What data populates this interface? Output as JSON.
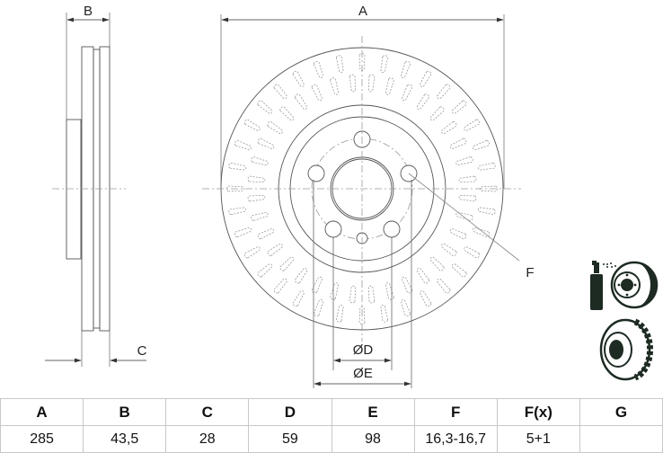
{
  "drawing": {
    "title": "Brake disc technical drawing",
    "dimension_labels": {
      "A": "A",
      "B": "B",
      "C": "C",
      "D": "ØD",
      "E": "ØE",
      "F": "F"
    },
    "icons": [
      "disc-cleaning-spray-icon",
      "vented-disc-icon"
    ]
  },
  "table": {
    "headers": [
      "A",
      "B",
      "C",
      "D",
      "E",
      "F",
      "F(x)",
      "G"
    ],
    "values": [
      "285",
      "43,5",
      "28",
      "59",
      "98",
      "16,3-16,7",
      "5+1",
      ""
    ]
  },
  "colors": {
    "line": "#555555",
    "dash": "#9a9a9a",
    "table_border": "#c8c8c8",
    "icon": "#1d2b22"
  }
}
